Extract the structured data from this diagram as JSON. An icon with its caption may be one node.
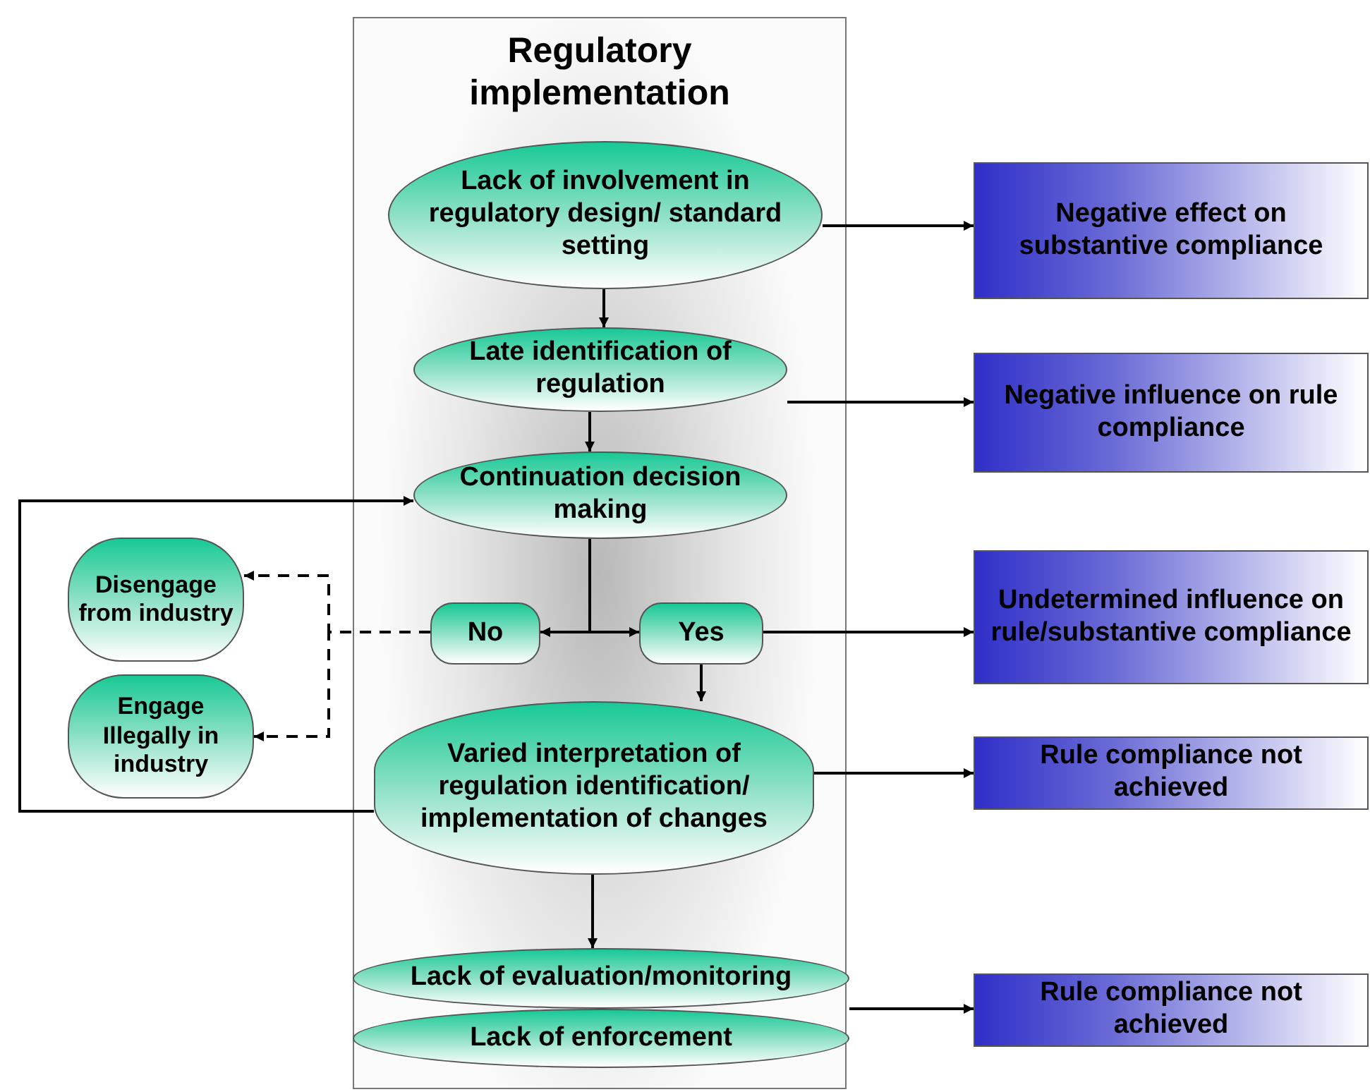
{
  "diagram": {
    "nodes": [
      {
        "text": [
          "Regulatory implementation"
        ]
      },
      {
        "text": [
          "Lack of involvement in regulatory design/ standard setting"
        ],
        "in": 0
      },
      {
        "text": [
          "Late identification of regulation"
        ],
        "in": 0
      },
      {
        "text": [
          "Continuation decision making"
        ],
        "in": 0
      },
      {
        "text": [
          "No"
        ],
        "in": 0
      },
      {
        "text": [
          "Yes"
        ],
        "in": 0
      },
      {
        "text": [
          "Varied interpretation of regulation identification/ implementation of changes"
        ],
        "in": 0
      },
      {
        "text": [
          "Lack of evaluation/monitoring"
        ],
        "in": 0
      },
      {
        "text": [
          "Lack of enforcement"
        ],
        "in": 0
      },
      {
        "text": [
          "Disengage from industry"
        ]
      },
      {
        "text": [
          "Engage Illegally in industry"
        ]
      },
      {
        "text": [
          "Negative effect on substantive compliance"
        ]
      },
      {
        "text": [
          "Negative influence on rule compliance"
        ]
      },
      {
        "text": [
          "Undetermined influence on rule/substantive compliance"
        ]
      },
      {
        "text": [
          "Rule compliance not achieved"
        ]
      },
      {
        "text": [
          "Rule compliance not achieved"
        ]
      }
    ],
    "edges": [
      {
        "from": 1,
        "to": 11,
        "arrow": "to"
      },
      {
        "from": 1,
        "to": 2,
        "arrow": "to"
      },
      {
        "from": 2,
        "to": 12,
        "arrow": "to"
      },
      {
        "from": 2,
        "to": 3,
        "arrow": "to"
      },
      {
        "from": 3,
        "to": 4,
        "arrow": "to"
      },
      {
        "from": 3,
        "to": 5,
        "arrow": "to"
      },
      {
        "from": 5,
        "to": 13,
        "arrow": "to"
      },
      {
        "from": 5,
        "to": 6,
        "arrow": "to"
      },
      {
        "from": 4,
        "to": 9,
        "arrow": "to",
        "style": "dashed"
      },
      {
        "from": 4,
        "to": 10,
        "arrow": "to",
        "style": "dashed"
      },
      {
        "from": 6,
        "to": 14,
        "arrow": "to"
      },
      {
        "from": 6,
        "to": 3,
        "arrow": "to"
      },
      {
        "from": 6,
        "to": 7,
        "arrow": "to"
      },
      {
        "from": 7,
        "to": 15,
        "arrow": "to"
      }
    ]
  }
}
